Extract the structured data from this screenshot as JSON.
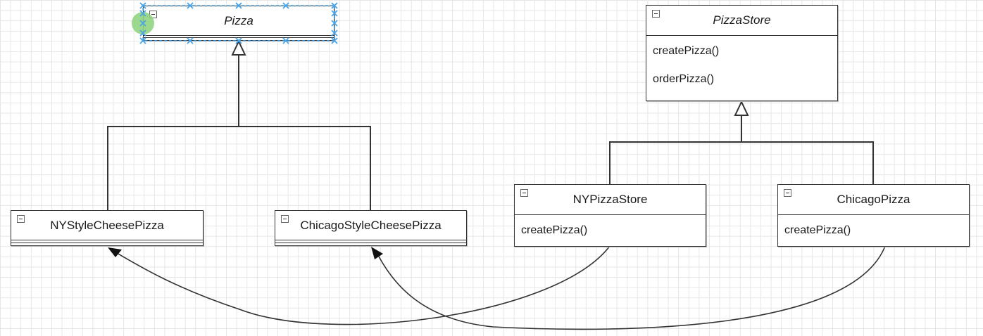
{
  "diagram": {
    "classes": [
      {
        "id": "pizza",
        "name": "Pizza",
        "italic": true,
        "methods": []
      },
      {
        "id": "nystylecheesepizza",
        "name": "NYStyleCheesePizza",
        "italic": false,
        "methods": []
      },
      {
        "id": "chicagostylecheesepizza",
        "name": "ChicagoStyleCheesePizza",
        "italic": false,
        "methods": []
      },
      {
        "id": "pizzastore",
        "name": "PizzaStore",
        "italic": true,
        "methods": [
          "createPizza()",
          "orderPizza()"
        ]
      },
      {
        "id": "nypizzastore",
        "name": "NYPizzaStore",
        "italic": false,
        "methods": [
          "createPizza()"
        ]
      },
      {
        "id": "chicagopizza",
        "name": "ChicagoPizza",
        "italic": false,
        "methods": [
          "createPizza()"
        ]
      }
    ],
    "relations": [
      {
        "type": "generalization",
        "parent": "Pizza",
        "children": [
          "NYStyleCheesePizza",
          "ChicagoStyleCheesePizza"
        ]
      },
      {
        "type": "generalization",
        "parent": "PizzaStore",
        "children": [
          "NYPizzaStore",
          "ChicagoPizza"
        ]
      },
      {
        "type": "dependency",
        "from": "NYPizzaStore",
        "to": "NYStyleCheesePizza"
      },
      {
        "type": "dependency",
        "from": "ChicagoPizza",
        "to": "ChicagoStyleCheesePizza"
      }
    ],
    "selected": "Pizza",
    "colors": {
      "line": "#333333",
      "grid": "#e6e6e6",
      "selection_handle": "#4aa3e8",
      "hover_dot": "#8bd17a"
    }
  }
}
